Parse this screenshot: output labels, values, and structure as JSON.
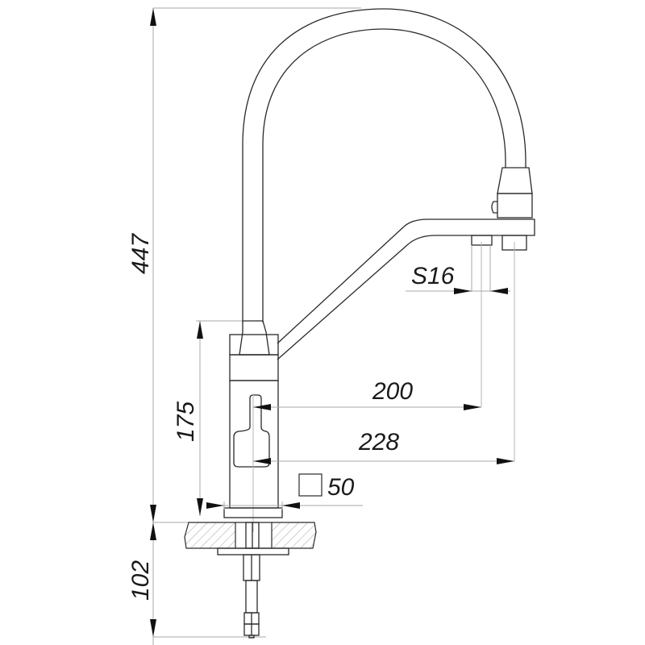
{
  "drawing": {
    "subject": "faucet-technical-drawing",
    "line_color": "#2a2a2a",
    "dimension_line_color": "#a8a8a8",
    "dimensions": {
      "overall_height": "447",
      "body_height": "175",
      "under_counter_length": "102",
      "spout_reach_inner": "200",
      "spout_reach_outer": "228",
      "wrench_size": "S16",
      "body_square_size": "50"
    }
  }
}
